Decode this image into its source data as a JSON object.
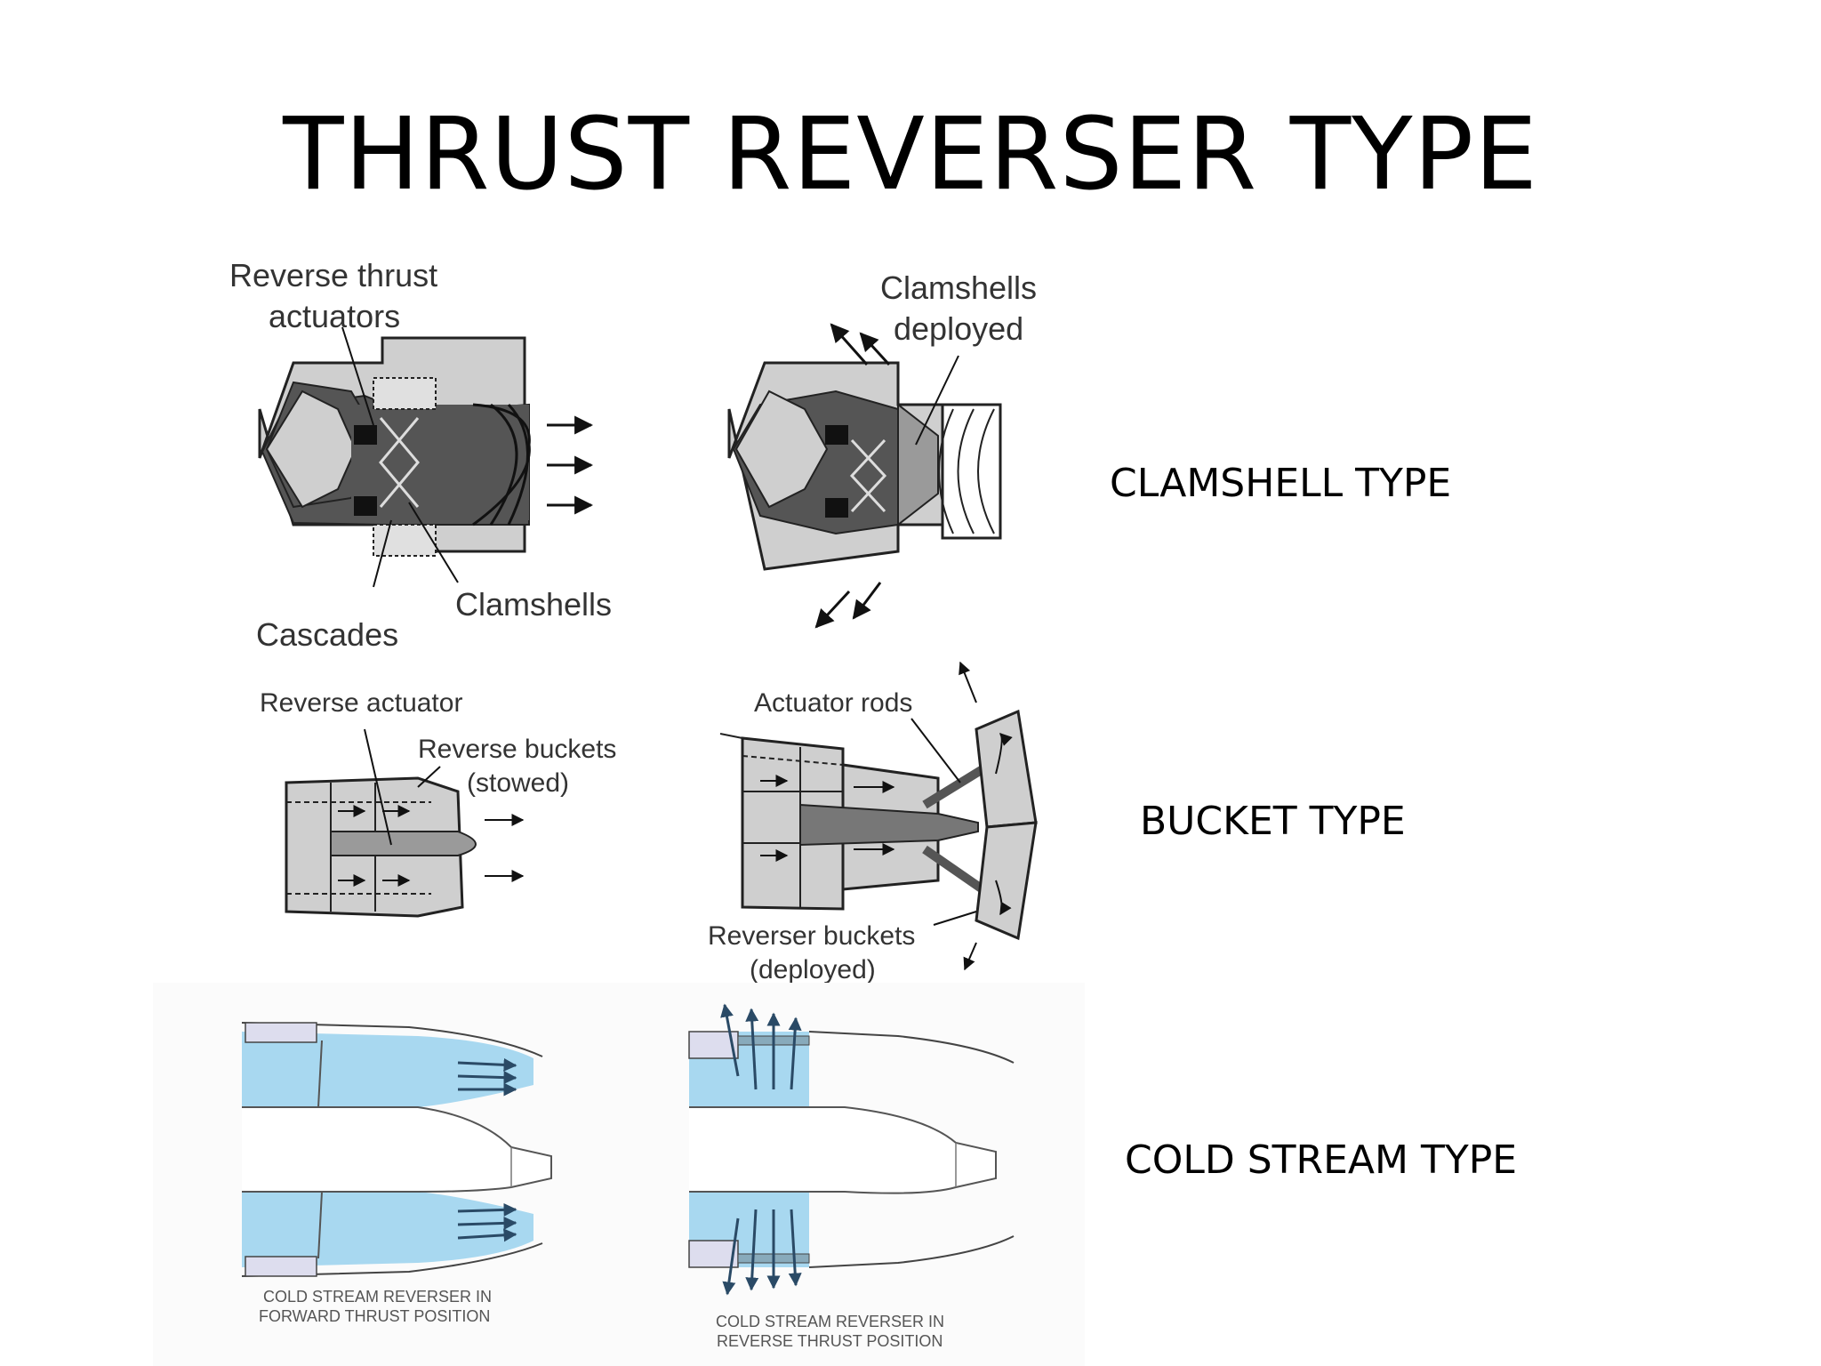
{
  "title": "THRUST REVERSER TYPE",
  "types": {
    "clamshell": "CLAMSHELL TYPE",
    "bucket": "BUCKET TYPE",
    "cold_stream": "COLD STREAM TYPE"
  },
  "clamshell_labels": {
    "reverse_thrust_1": "Reverse thrust",
    "reverse_thrust_2": "actuators",
    "cascades": "Cascades",
    "clamshells": "Clamshells",
    "deployed_1": "Clamshells",
    "deployed_2": "deployed"
  },
  "bucket_labels": {
    "reverse_actuator": "Reverse actuator",
    "reverse_buckets_1": "Reverse buckets",
    "reverse_buckets_2": "(stowed)",
    "actuator_rods": "Actuator rods",
    "reverser_buckets_1": "Reverser buckets",
    "reverser_buckets_2": "(deployed)"
  },
  "cold_stream_captions": {
    "forward_1": "COLD STREAM REVERSER IN",
    "forward_2": "FORWARD THRUST POSITION",
    "reverse_1": "COLD STREAM REVERSER IN",
    "reverse_2": "REVERSE THRUST POSITION"
  },
  "colors": {
    "dark": "#555555",
    "mid": "#9a9a9a",
    "light": "#cfcfcf",
    "airflow": "#a8d8f0"
  }
}
